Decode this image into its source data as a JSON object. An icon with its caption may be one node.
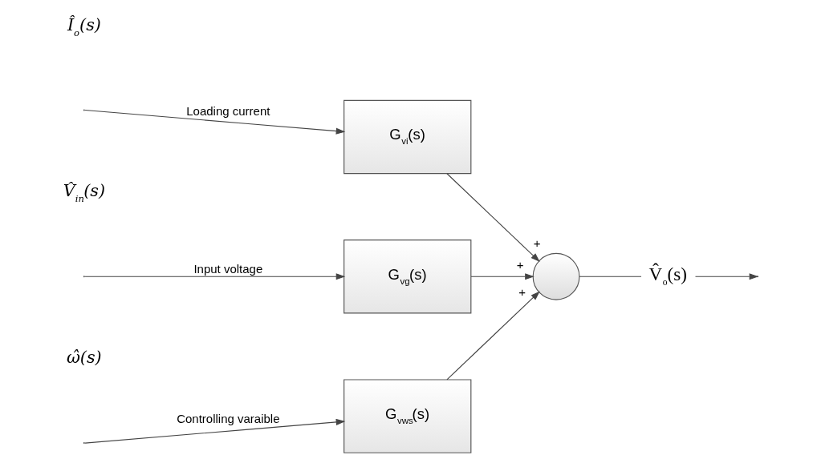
{
  "diagram": {
    "nodes": [
      {
        "text": [
          "G$_{vi}$(s)"
        ]
      },
      {
        "text": [
          "G$_{vg}$(s)"
        ]
      },
      {
        "text": [],
        "shape": "circle"
      },
      {
        "text": [
          "G$_{vws}$(s)"
        ]
      },
      {
        "text": [
          "V̂$_{o}$(s)"
        ]
      }
    ],
    "edges": [
      {
        "from": null,
        "to": 0,
        "arrow": "to",
        "label": "Loading current"
      },
      {
        "from": null,
        "to": 1,
        "arrow": "to",
        "label": "Input voltage"
      },
      {
        "from": null,
        "to": 3,
        "arrow": "to",
        "label": "Controlling varaible"
      },
      {
        "from": 0,
        "to": 2,
        "arrow": "to",
        "label": "+"
      },
      {
        "from": 1,
        "to": 2,
        "arrow": "to",
        "label": "+"
      },
      {
        "from": 3,
        "to": 2,
        "arrow": "to",
        "label": "+"
      },
      {
        "from": 2,
        "to": 4,
        "arrow": "none"
      },
      {
        "from": 4,
        "to": null,
        "arrow": "to"
      }
    ],
    "labels": [
      "Î$_{o}$(s)",
      "V̂$_{in}$(s)",
      "ω̂(s)"
    ]
  }
}
